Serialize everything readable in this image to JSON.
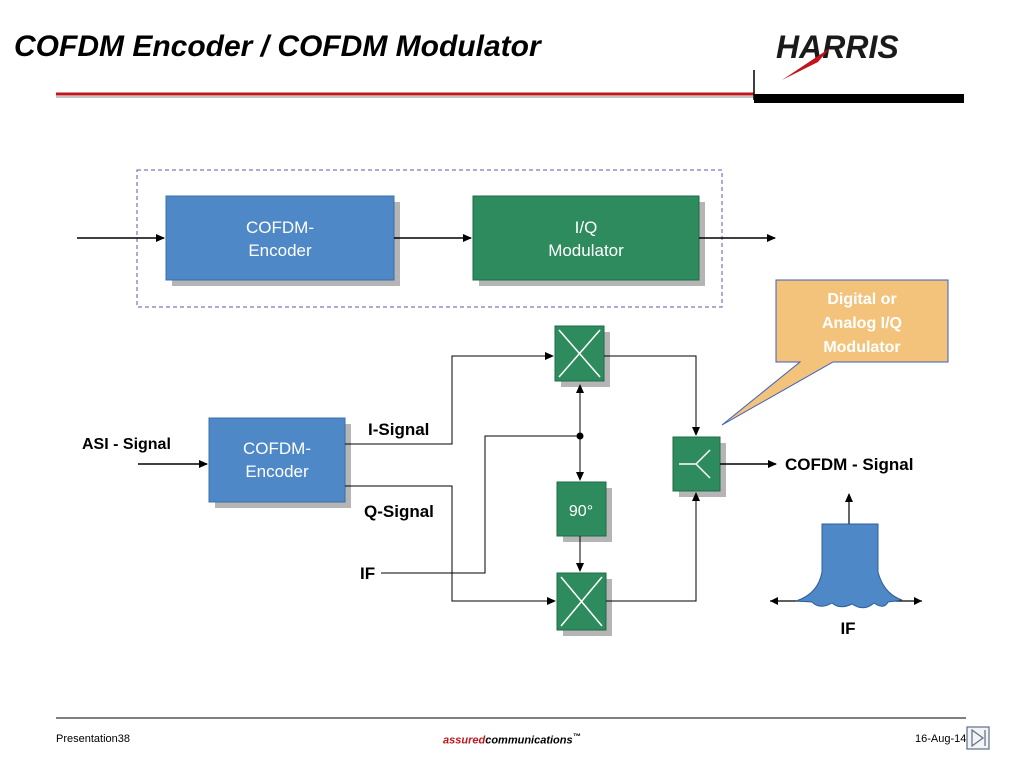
{
  "header": {
    "title": "COFDM Encoder / COFDM Modulator",
    "logo_text": "HARRIS",
    "accent_color": "#c0151a"
  },
  "top_diagram": {
    "encoder_line1": "COFDM-",
    "encoder_line2": "Encoder",
    "modulator_line1": "I/Q",
    "modulator_line2": "Modulator"
  },
  "callout": {
    "line1": "Digital or",
    "line2": "Analog I/Q",
    "line3": "Modulator"
  },
  "detail_diagram": {
    "asi_label": "ASI - Signal",
    "encoder_line1": "COFDM-",
    "encoder_line2": "Encoder",
    "i_signal": "I-Signal",
    "q_signal": "Q-Signal",
    "if_label": "IF",
    "phase_label": "90°",
    "output_label": "COFDM - Signal",
    "spectrum_label": "IF"
  },
  "colors": {
    "blue_block": "#4f88c6",
    "green_block": "#2e8b5e",
    "callout_fill": "#f3c37b",
    "shadow": "#b5b5b5"
  },
  "footer": {
    "left": "Presentation38",
    "center_italic": "assured",
    "center_main": "communications",
    "trademark": "™",
    "date": "16-Aug-14",
    "nav_icon": "next-slide-icon"
  }
}
